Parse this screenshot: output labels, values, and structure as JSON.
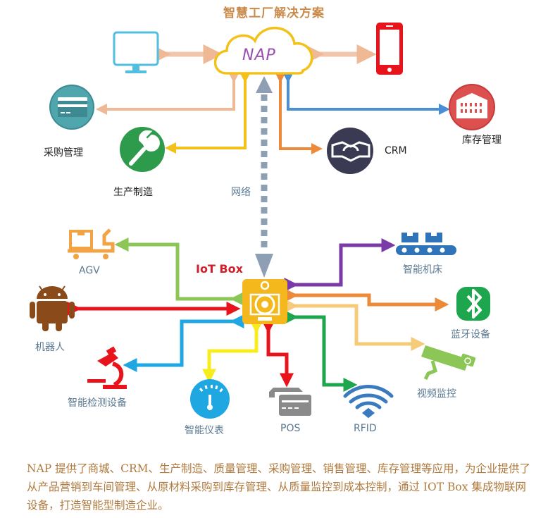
{
  "title": "智慧工厂解决方案",
  "cloud": {
    "label": "NAP"
  },
  "network_label": "网络",
  "iot_box": {
    "label": "IoT Box"
  },
  "top_nodes": [
    {
      "id": "monitor",
      "icon": "monitor-icon",
      "label": ""
    },
    {
      "id": "phone",
      "icon": "mobile-phone-icon",
      "label": ""
    },
    {
      "id": "purchase",
      "icon": "credit-card-icon",
      "label": "采购管理"
    },
    {
      "id": "production",
      "icon": "wrench-icon",
      "label": "生产制造"
    },
    {
      "id": "crm",
      "icon": "handshake-icon",
      "label": "CRM"
    },
    {
      "id": "inventory",
      "icon": "building-icon",
      "label": "库存管理"
    }
  ],
  "device_nodes": [
    {
      "id": "agv",
      "icon": "truck-icon",
      "label": "AGV"
    },
    {
      "id": "robot",
      "icon": "android-robot-icon",
      "label": "机器人"
    },
    {
      "id": "inspection",
      "icon": "microscope-icon",
      "label": "智能检测设备"
    },
    {
      "id": "meter",
      "icon": "gauge-icon",
      "label": "智能仪表"
    },
    {
      "id": "pos",
      "icon": "pos-terminal-icon",
      "label": "POS"
    },
    {
      "id": "rfid",
      "icon": "wifi-signal-icon",
      "label": "RFID"
    },
    {
      "id": "machine",
      "icon": "conveyor-icon",
      "label": "智能机床"
    },
    {
      "id": "bluetooth",
      "icon": "bluetooth-icon",
      "label": "蓝牙设备"
    },
    {
      "id": "camera",
      "icon": "cctv-camera-icon",
      "label": "视频监控"
    }
  ],
  "colors": {
    "title": "#c98a4a",
    "cloud_outline": "#f2c21b",
    "nap_text": "#9a4fb3",
    "iot_box": "#f5b81c",
    "iot_label": "#d01f2a",
    "network_arrow": "#8e9eb5",
    "description": "#b07a3e"
  },
  "description": "NAP 提供了商城、CRM、生产制造、质量管理、采购管理、销售管理、库存管理等应用，为企业提供了从产品营销到车间管理、从原材料采购到库存管理、从质量监控到成本控制，通过 IOT Box 集成物联网设备，打造智能型制造企业。"
}
